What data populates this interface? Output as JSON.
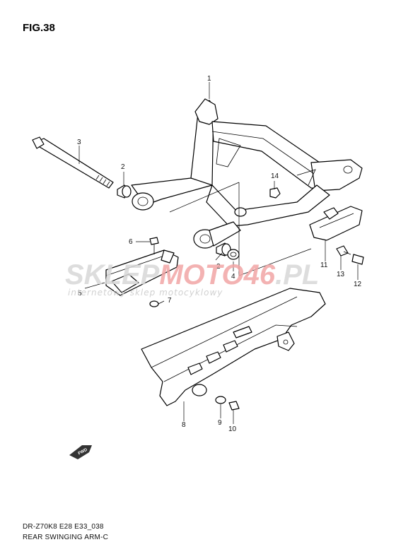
{
  "figure_title": "FIG.38",
  "footer": {
    "code": "DR-Z70K8 E28 E33_038",
    "name": "REAR SWINGING ARM-C"
  },
  "watermark": {
    "brand_left": "SKLEP",
    "brand_mid": "MOTO",
    "brand_num": "46",
    "brand_right": ".PL",
    "tagline": "internetowy sklep motocyklowy",
    "accent_color": "#e03030"
  },
  "fwd_badge": "FWD",
  "callouts": {
    "p1": "1",
    "p2a": "2",
    "p2b": "2",
    "p3": "3",
    "p4": "4",
    "p5": "5",
    "p6": "6",
    "p7": "7",
    "p8": "8",
    "p9": "9",
    "p10": "10",
    "p11": "11",
    "p12": "12",
    "p13": "13",
    "p14": "14"
  }
}
